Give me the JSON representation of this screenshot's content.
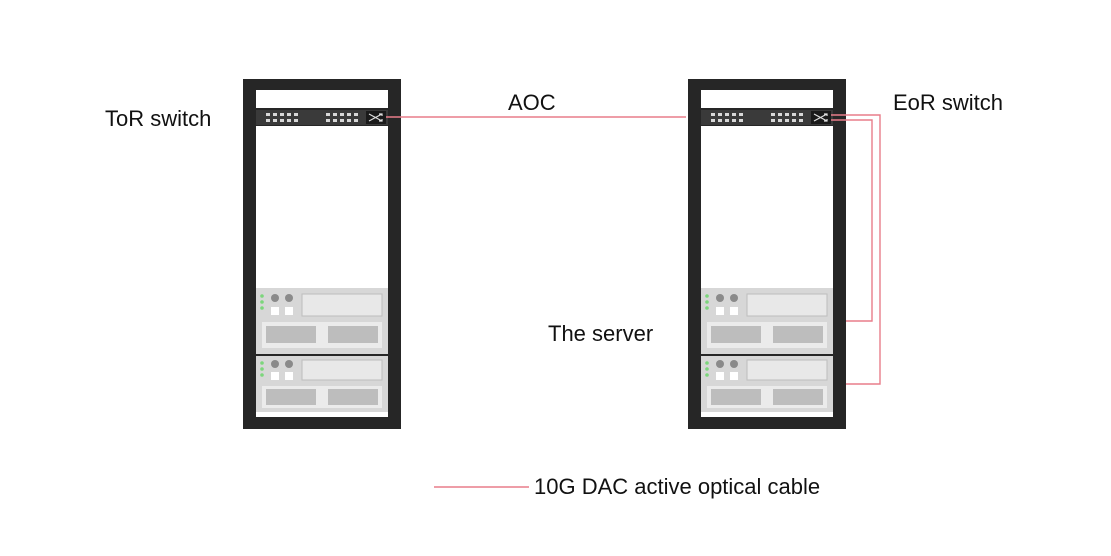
{
  "labels": {
    "tor_switch": "ToR switch",
    "aoc": "AOC",
    "eor_switch": "EoR switch",
    "server": "The server"
  },
  "legend": {
    "text": "10G DAC active optical cable",
    "color": "#e87d8a"
  },
  "colors": {
    "rack_frame": "#262626",
    "switch_panel": "#3a3a3a",
    "server_body": "#d7d7d7",
    "server_slot": "#c6c6c6",
    "led": "#7cd67c"
  }
}
